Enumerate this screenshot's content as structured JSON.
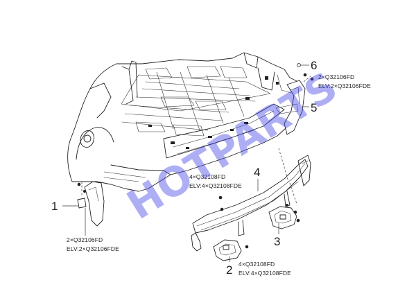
{
  "callouts": {
    "c1": "1",
    "c2": "2",
    "c3": "3",
    "c4": "4",
    "c5": "5",
    "c6": "6"
  },
  "notes": {
    "top_right": {
      "line1": "2×Q32106FD",
      "line2": "ELV:2×Q32106FDE"
    },
    "middle": {
      "line1": "4×Q32108FD",
      "line2": "ELV:4×Q32108FDE"
    },
    "bottom_left": {
      "line1": "2×Q32106FD",
      "line2": "ELV:2×Q32106FDE"
    },
    "bottom_center": {
      "line1": "4×Q32108FD",
      "line2": "ELV:4×Q32108FDE"
    }
  },
  "watermark": "HOTPARTS",
  "colors": {
    "watermark": "#3f3fe6",
    "line": "#222222"
  }
}
